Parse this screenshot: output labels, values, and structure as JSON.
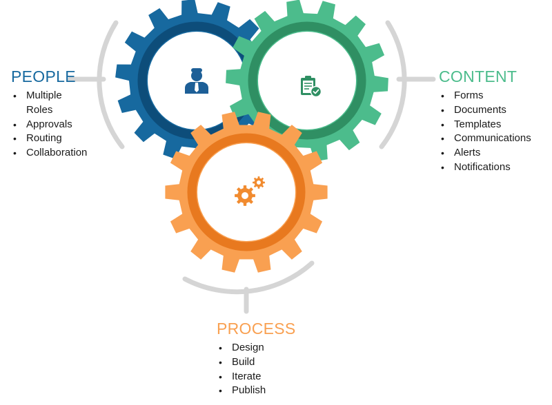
{
  "colors": {
    "people": "#17699f",
    "people_ring": "#0d4d7a",
    "content": "#4cbc8c",
    "content_ring": "#2f8f63",
    "process": "#f9a051",
    "process_ring": "#e8791f",
    "arc": "#d5d5d5",
    "icon_blue": "#1d5f97",
    "icon_green": "#2f8f63",
    "icon_orange": "#f18b2f"
  },
  "icons": {
    "people": "person-icon",
    "content": "clipboard-check-icon",
    "process": "cogs-icon"
  },
  "people": {
    "title": "PEOPLE",
    "items": [
      "Multiple Roles",
      "Approvals",
      "Routing",
      "Collaboration"
    ]
  },
  "content": {
    "title": "CONTENT",
    "items": [
      "Forms",
      "Documents",
      "Templates",
      "Communications",
      "Alerts",
      "Notifications"
    ]
  },
  "process": {
    "title": "PROCESS",
    "items": [
      "Design",
      "Build",
      "Iterate",
      "Publish"
    ]
  }
}
